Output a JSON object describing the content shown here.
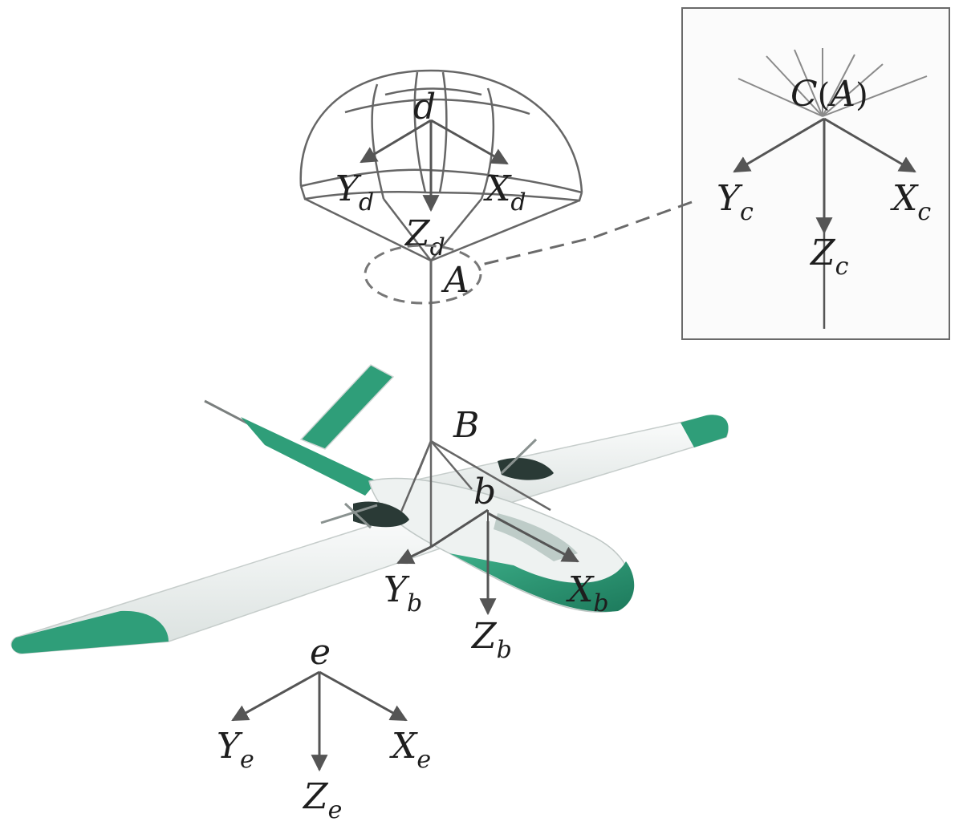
{
  "parachute_frame": {
    "origin": "d",
    "x_axis": {
      "letter": "X",
      "sub": "d"
    },
    "y_axis": {
      "letter": "Y",
      "sub": "d"
    },
    "z_axis": {
      "letter": "Z",
      "sub": "d"
    }
  },
  "connection_point_label": "A",
  "inset_frame": {
    "origin_prefix": "C",
    "origin_paren_open": "(",
    "origin_point": "A",
    "origin_paren_close": ")",
    "x_axis": {
      "letter": "X",
      "sub": "c"
    },
    "y_axis": {
      "letter": "Y",
      "sub": "c"
    },
    "z_axis": {
      "letter": "Z",
      "sub": "c"
    }
  },
  "attach_point_label": "B",
  "body_frame": {
    "origin": "b",
    "x_axis": {
      "letter": "X",
      "sub": "b"
    },
    "y_axis": {
      "letter": "Y",
      "sub": "b"
    },
    "z_axis": {
      "letter": "Z",
      "sub": "b"
    }
  },
  "earth_frame": {
    "origin": "e",
    "x_axis": {
      "letter": "X",
      "sub": "e"
    },
    "y_axis": {
      "letter": "Y",
      "sub": "e"
    },
    "z_axis": {
      "letter": "Z",
      "sub": "e"
    }
  },
  "colors": {
    "line": "#5a5a5a",
    "aircraft_green": "#2f9e79",
    "aircraft_white": "#eef2f1",
    "inset_border": "#6a6a6a"
  }
}
